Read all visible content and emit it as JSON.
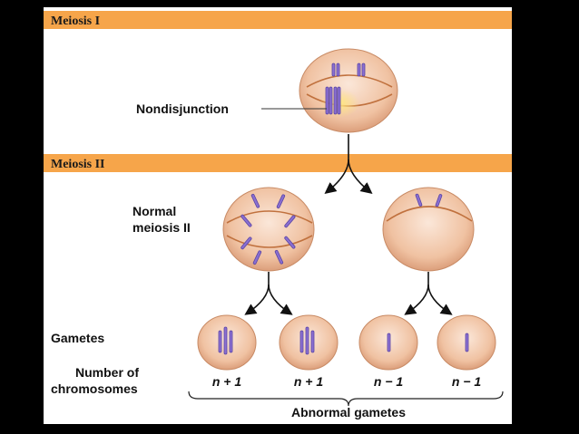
{
  "stages": {
    "meiosis_one": "Meiosis I",
    "meiosis_two": "Meiosis II"
  },
  "labels": {
    "nondisjunction": "Nondisjunction",
    "normal_meiosis_line1": "Normal",
    "normal_meiosis_line2": "meiosis II",
    "gametes": "Gametes",
    "number_of_line1": "Number of",
    "number_of_line2": "chromosomes",
    "abnormal_gametes": "Abnormal gametes"
  },
  "gamete_counts": [
    "n + 1",
    "n + 1",
    "n − 1",
    "n − 1"
  ],
  "colors": {
    "band": "#f6a54a",
    "cell": "#f1c7a8",
    "spindle": "#c0713e",
    "chromosome": "#8a6fd1",
    "highlight": "#ffe27a"
  }
}
